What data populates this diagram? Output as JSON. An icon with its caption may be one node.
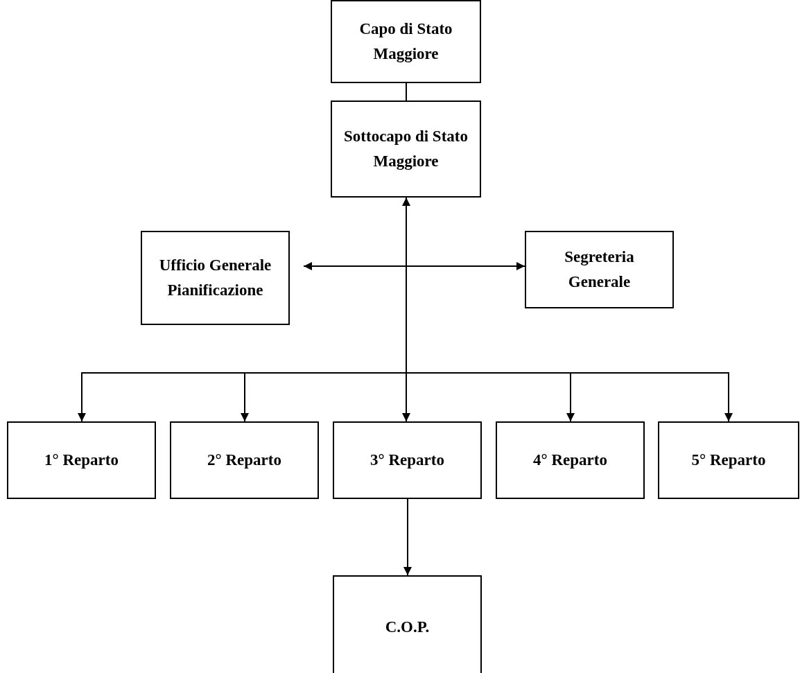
{
  "diagram": {
    "nodes": [
      {
        "text": [
          "Capo di Stato Maggiore"
        ]
      },
      {
        "text": [
          "Sottocapo di Stato Maggiore"
        ]
      },
      {
        "text": [
          "Ufficio Generale Pianificazione"
        ]
      },
      {
        "text": [
          "Segreteria Generale"
        ]
      },
      {
        "text": [
          "1° Reparto"
        ]
      },
      {
        "text": [
          "2° Reparto"
        ]
      },
      {
        "text": [
          "3° Reparto"
        ]
      },
      {
        "text": [
          "4° Reparto"
        ]
      },
      {
        "text": [
          "5° Reparto"
        ]
      },
      {
        "text": [
          "C.O.P."
        ]
      }
    ],
    "edges": [
      {
        "from": 0,
        "to": 1,
        "arrow": "none"
      },
      {
        "from": 1,
        "to": 6,
        "arrow": "both"
      },
      {
        "from": 2,
        "to": 3,
        "arrow": "both"
      },
      {
        "from": 1,
        "to": 4,
        "arrow": "to"
      },
      {
        "from": 1,
        "to": 5,
        "arrow": "to"
      },
      {
        "from": 1,
        "to": 7,
        "arrow": "to"
      },
      {
        "from": 1,
        "to": 8,
        "arrow": "to"
      },
      {
        "from": 6,
        "to": 9,
        "arrow": "to"
      }
    ]
  }
}
